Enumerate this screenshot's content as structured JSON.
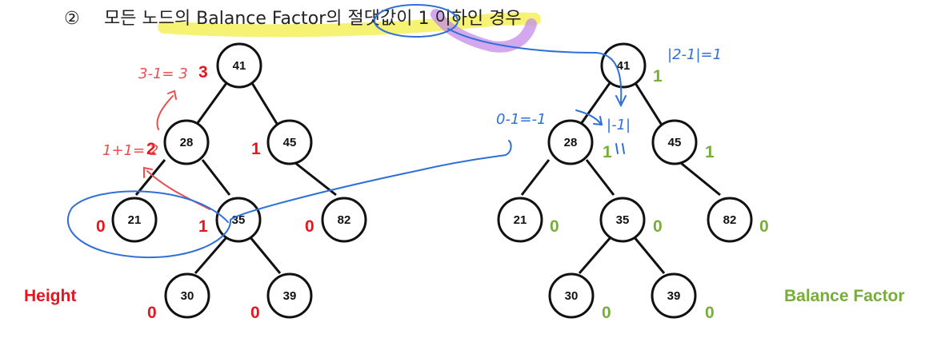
{
  "title": {
    "marker": "②",
    "text": "모든 노드의 Balance Factor의 절댓값이 1 이하인 경우"
  },
  "legend": {
    "height": "Height",
    "balance_factor": "Balance Factor"
  },
  "trees": {
    "height_tree": {
      "nodes": [
        "41",
        "28",
        "45",
        "21",
        "35",
        "82",
        "30",
        "39"
      ],
      "labels": [
        "3",
        "2",
        "1",
        "0",
        "1",
        "0",
        "0",
        "0"
      ]
    },
    "bf_tree": {
      "nodes": [
        "41",
        "28",
        "45",
        "21",
        "35",
        "82",
        "30",
        "39"
      ],
      "labels": [
        "1",
        "1",
        "1",
        "0",
        "0",
        "0",
        "0",
        "0"
      ]
    }
  },
  "annotations": {
    "red_top": "3-1= 3",
    "red_mid": "1+1= 2",
    "blue_top": "|2-1|=1",
    "blue_mid": "0-1=-1",
    "blue_small": "|-1|"
  },
  "colors": {
    "height": "#e8141e",
    "balance_factor": "#77ad3b",
    "highlight_yellow": "#f5f05a",
    "highlight_purple": "#c58be8",
    "ink_blue": "#2f6fd8",
    "ink_red": "#e8504f"
  }
}
